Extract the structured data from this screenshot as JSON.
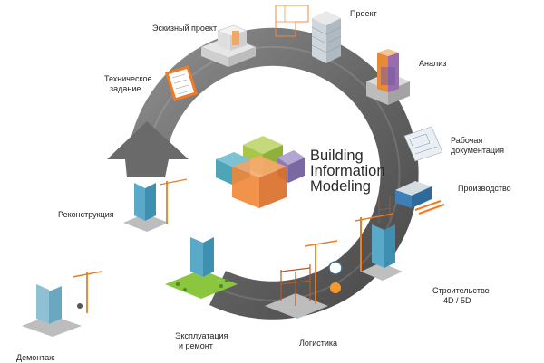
{
  "center": {
    "line1": "Building",
    "line2": "Information",
    "line3": "Modeling"
  },
  "stages": {
    "sketch": "Эскизный проект",
    "project": "Проект",
    "analysis": "Анализ",
    "workdoc1": "Рабочая",
    "workdoc2": "документация",
    "production": "Производство",
    "construction1": "Строительство",
    "construction2": "4D / 5D",
    "logistics": "Логистика",
    "operation1": "Эксплуатация",
    "operation2": "и ремонт",
    "demolition": "Демонтаж",
    "reconstruction": "Реконструкция",
    "techtask1": "Техническое",
    "techtask2": "задание"
  },
  "colors": {
    "ring": "#5f5f5f",
    "ring_light": "#8a8a8a",
    "cube_green": "#a8c64a",
    "cube_purple": "#8e7bb5",
    "cube_teal": "#4fa5b8",
    "cube_orange": "#f08a3c",
    "building_blue": "#5aa9c9",
    "accent_orange": "#f07b22",
    "grass": "#8cc63f"
  },
  "icons": [
    "bim-cube-logo",
    "cycle-ring",
    "cycle-arrow-head",
    "building-icon",
    "crane-icon",
    "document-icon",
    "stopwatch-icon",
    "coin-icon"
  ]
}
